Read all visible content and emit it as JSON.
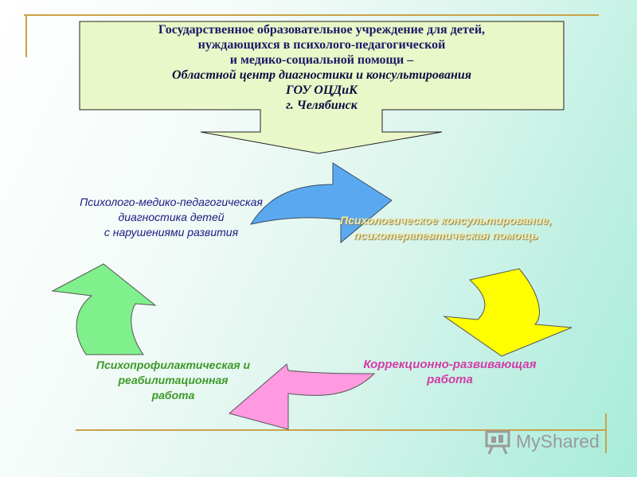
{
  "header": {
    "line1": "Государственное образовательное учреждение для детей,",
    "line2": "нуждающихся в психолого-педагогической",
    "line3": "и медико-социальной помощи –",
    "line4": "Областной центр диагностики и консультирования",
    "line5": "ГОУ ОЦДиК",
    "line6": "г. Челябинск"
  },
  "cycle": [
    {
      "lines": [
        "Психолого-медико-педагогическая",
        "диагностика  детей",
        "с нарушениями развития"
      ],
      "color": "#1a1a80"
    },
    {
      "lines": [
        "Психологическое консультирование,",
        "психотерапевтическая помощь"
      ],
      "color": "#f4e8a8",
      "arrow_color": "#5aa9f0"
    },
    {
      "lines": [
        "Коррекционно-развивающая",
        "работа"
      ],
      "color": "#d23ca6",
      "arrow_color": "#ffff00"
    },
    {
      "lines": [
        "Психопрофилактическая и",
        "реабилитационная",
        "работа"
      ],
      "color": "#3c9a28",
      "arrow_color": "#ff99e0"
    }
  ],
  "diag_arrow_color": "#80f08c",
  "watermark": {
    "text": "MyShared",
    "icon": "presentation-board-icon"
  }
}
